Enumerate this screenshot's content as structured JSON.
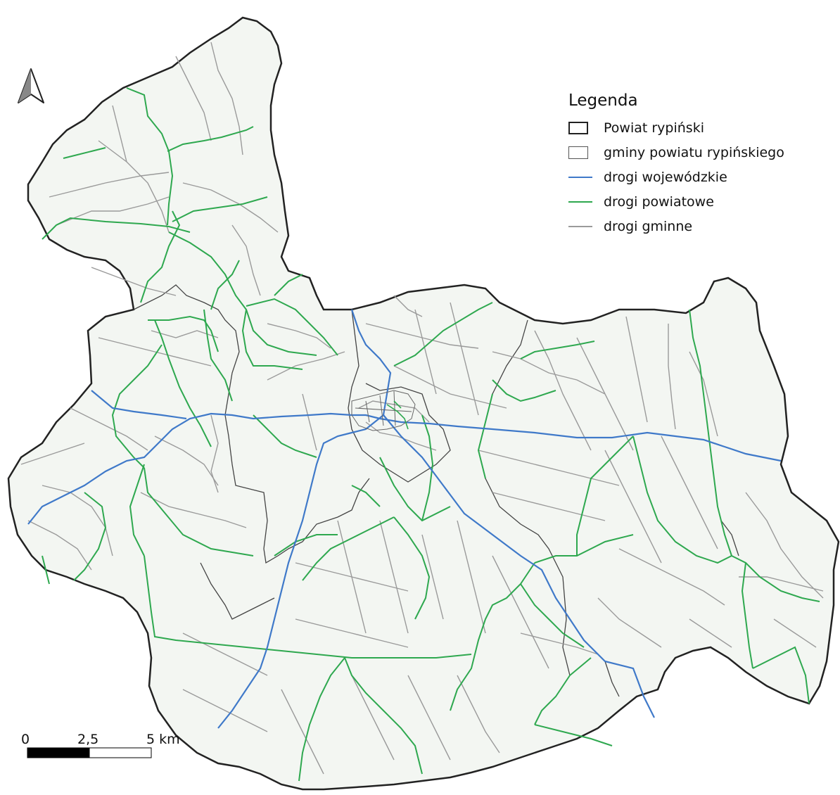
{
  "colors": {
    "background": "#ffffff",
    "land_fill": "#f3f6f2",
    "powiat_border": "#222222",
    "gmina_border": "#555555",
    "droga_wojewodzka": "#3f79c9",
    "droga_powiatowa": "#2ea84f",
    "droga_gminna": "#9a9a9a"
  },
  "legend": {
    "title": "Legenda",
    "items": [
      {
        "label": "Powiat rypiński",
        "symbol": "box-thick"
      },
      {
        "label": "gminy powiatu rypińskiego",
        "symbol": "box-thin"
      },
      {
        "label": "drogi wojewódzkie",
        "symbol": "line-blue"
      },
      {
        "label": "drogi powiatowe",
        "symbol": "line-green"
      },
      {
        "label": "drogi gminne",
        "symbol": "line-gray"
      }
    ]
  },
  "scale": {
    "labels": [
      "0",
      "2,5",
      "5 km"
    ]
  },
  "north_arrow": {
    "icon": "north-arrow-icon"
  }
}
